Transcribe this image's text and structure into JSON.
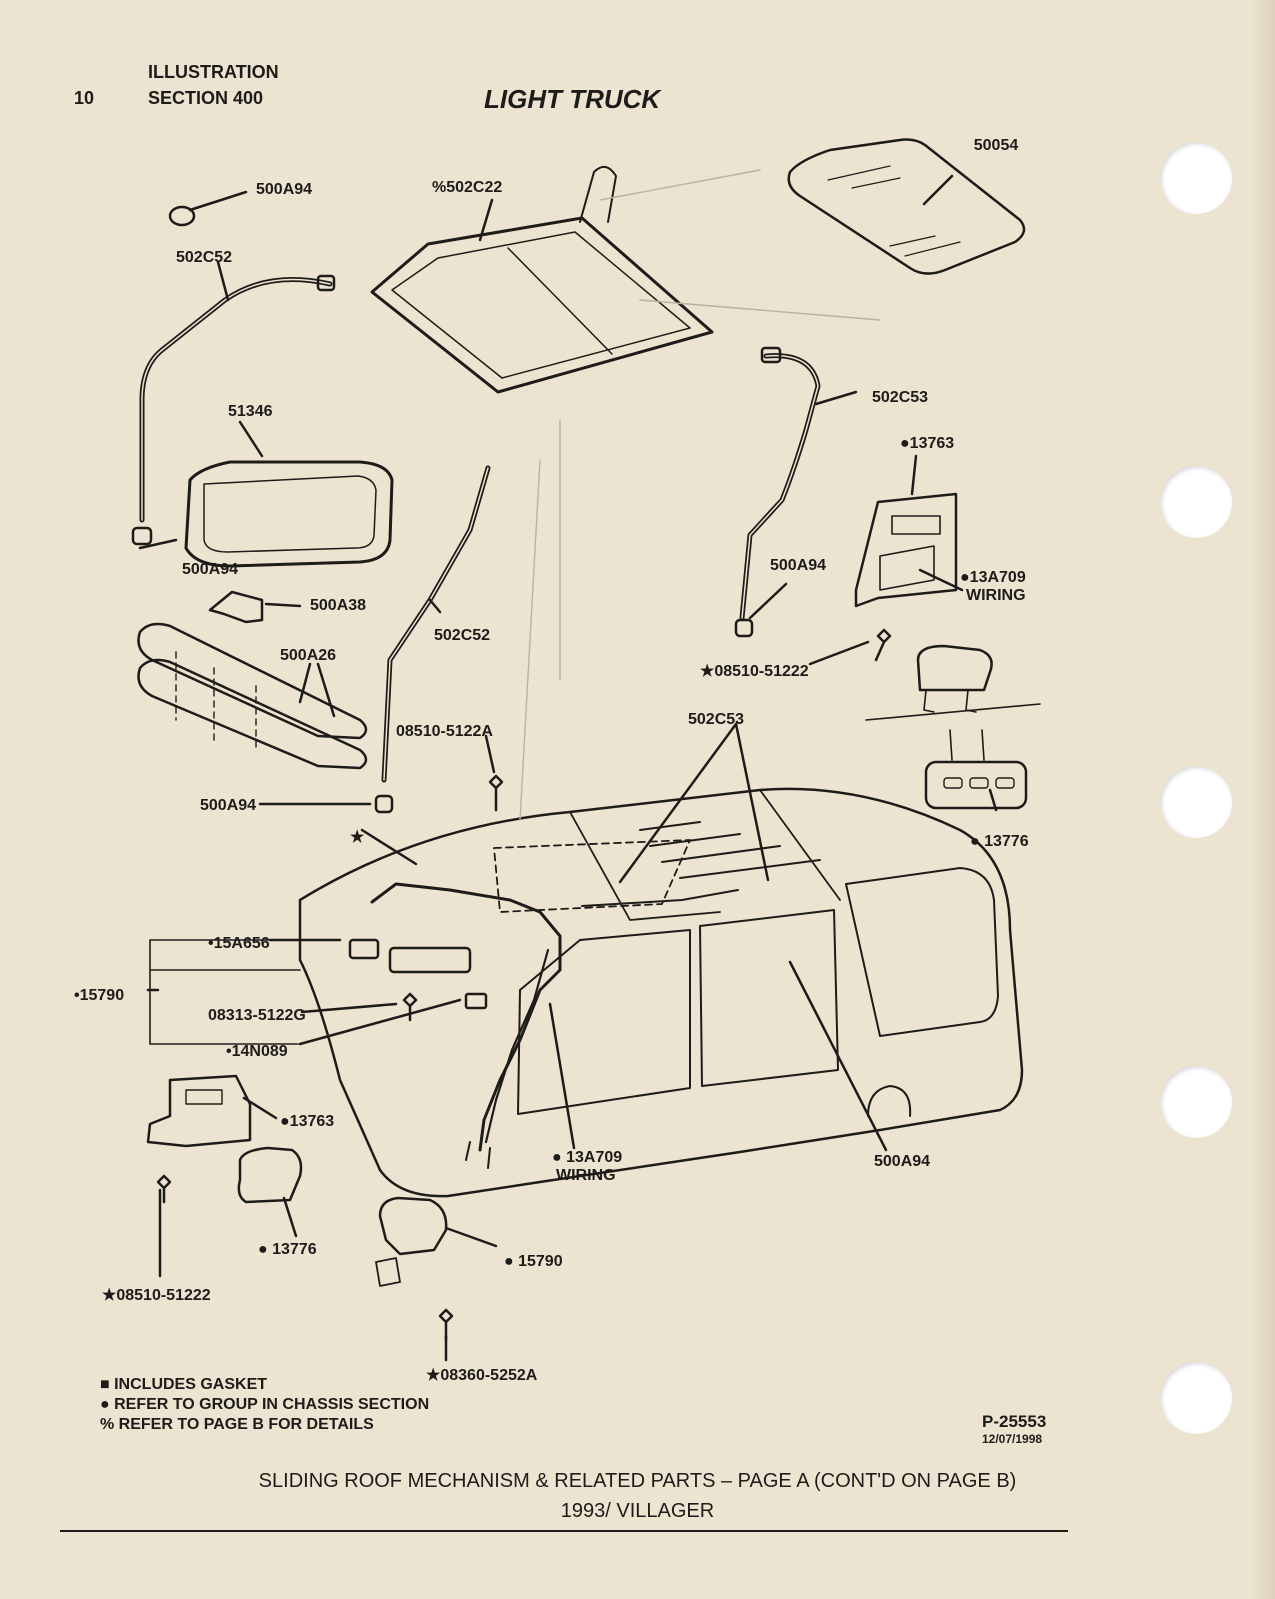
{
  "header": {
    "page_number": "10",
    "line1": "ILLUSTRATION",
    "line2": "SECTION 400",
    "title": "LIGHT TRUCK"
  },
  "callouts": {
    "c50054": "50054",
    "c500A94_top": "500A94",
    "c502C22": "%502C22",
    "c502C52_left": "502C52",
    "c502C53_right": "502C53",
    "c51346": "51346",
    "c13763_top": "●13763",
    "c500A94_left": "500A94",
    "c500A38": "500A38",
    "c500A94_right": "500A94",
    "c13A709_top": "●13A709",
    "c13A709_top_wiring": "WIRING",
    "c502C52_mid": "502C52",
    "c500A26": "500A26",
    "c08510_51222_right": "★08510-51222",
    "c08510_5122A": "08510-5122A",
    "c502C53_mid": "502C53",
    "c500A94_lower": "500A94",
    "c13776_right": "● 13776",
    "star": "★",
    "c15A656": "•15A656",
    "c15790_left": "•15790",
    "c08313_5122G": "08313-5122G",
    "c14N089": "•14N089",
    "c13763_bottom": "●13763",
    "c13A709_bottom": "● 13A709",
    "c13A709_bottom_wiring": "WIRING",
    "c500A94_bottom": "500A94",
    "c13776_bottom": "● 13776",
    "c15790_bottom": "● 15790",
    "c08510_51222_bottom": "★08510-51222",
    "c08360_5252A": "★08360-5252A"
  },
  "legend": {
    "gasket": "■ INCLUDES GASKET",
    "chassis": "● REFER TO GROUP IN CHASSIS SECTION",
    "page_b": "% REFER TO PAGE B FOR DETAILS"
  },
  "reference": {
    "code": "P-25553",
    "date": "12/07/1998"
  },
  "caption": {
    "line1": "SLIDING ROOF MECHANISM & RELATED PARTS – PAGE A (CONT'D ON PAGE B)",
    "line2": "1993/ VILLAGER"
  }
}
